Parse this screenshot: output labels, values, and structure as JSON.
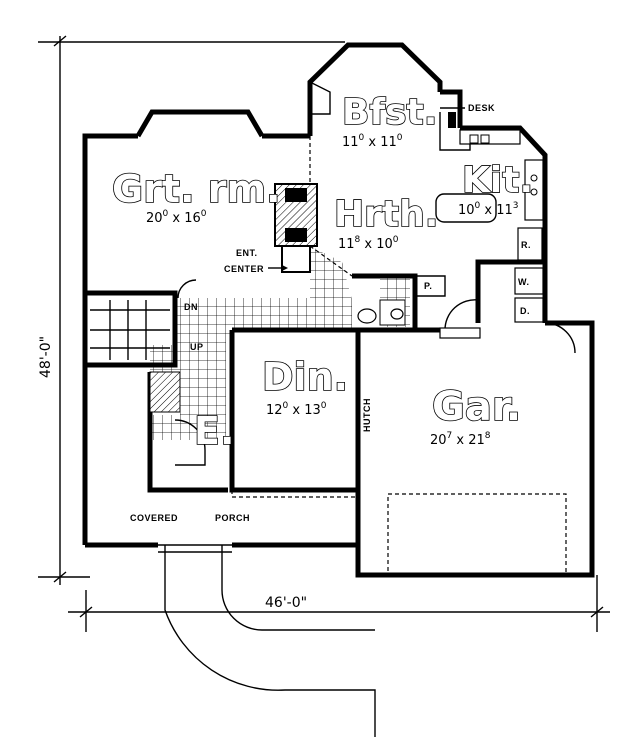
{
  "rooms": {
    "great_room": {
      "name": "Grt. rm.",
      "dim_a": "20",
      "dim_a_sup": "0",
      "dim_b": "16",
      "dim_b_sup": "0"
    },
    "breakfast": {
      "name": "Bfst.",
      "dim_a": "11",
      "dim_a_sup": "0",
      "dim_b": "11",
      "dim_b_sup": "0"
    },
    "kitchen": {
      "name": "Kit.",
      "dim_a": "10",
      "dim_a_sup": "0",
      "dim_b": "11",
      "dim_b_sup": "3"
    },
    "hearth": {
      "name": "Hrth.",
      "dim_a": "11",
      "dim_a_sup": "8",
      "dim_b": "10",
      "dim_b_sup": "0"
    },
    "dining": {
      "name": "Din.",
      "dim_a": "12",
      "dim_a_sup": "0",
      "dim_b": "13",
      "dim_b_sup": "0"
    },
    "garage": {
      "name": "Gar.",
      "dim_a": "20",
      "dim_a_sup": "7",
      "dim_b": "21",
      "dim_b_sup": "8"
    },
    "entry": {
      "name": "E."
    }
  },
  "labels": {
    "desk": "DESK",
    "ent_center_1": "ENT.",
    "ent_center_2": "CENTER",
    "dn": "DN",
    "up": "UP",
    "hutch": "HUTCH",
    "covered_porch_1": "COVERED",
    "covered_porch_2": "PORCH",
    "pantry": "P.",
    "refrigerator": "R.",
    "washer": "W.",
    "dryer": "D."
  },
  "overall": {
    "height": "48'-0\"",
    "width": "46'-0\""
  }
}
